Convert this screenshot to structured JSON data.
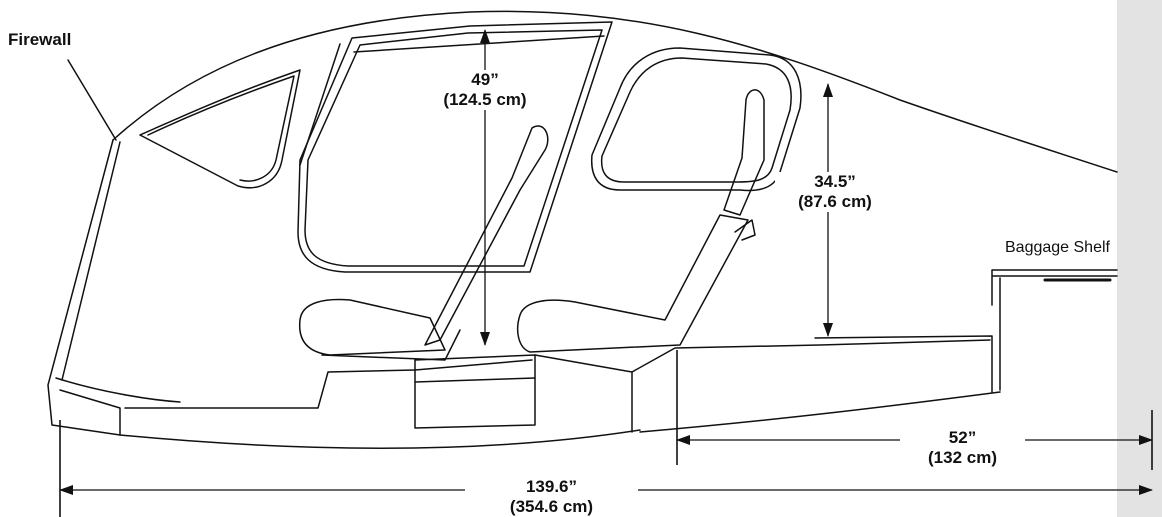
{
  "labels": {
    "firewall": "Firewall",
    "baggage_shelf": "Baggage Shelf"
  },
  "dimensions": {
    "cabin_height": {
      "imperial": "49”",
      "metric": "(124.5 cm)"
    },
    "rear_height": {
      "imperial": "34.5”",
      "metric": "(87.6 cm)"
    },
    "baggage_length": {
      "imperial": "52”",
      "metric": "(132 cm)"
    },
    "total_length": {
      "imperial": "139.6”",
      "metric": "(354.6 cm)"
    }
  },
  "colors": {
    "line": "#111111",
    "side_panel": "#e3e3e3",
    "background": "#ffffff"
  }
}
